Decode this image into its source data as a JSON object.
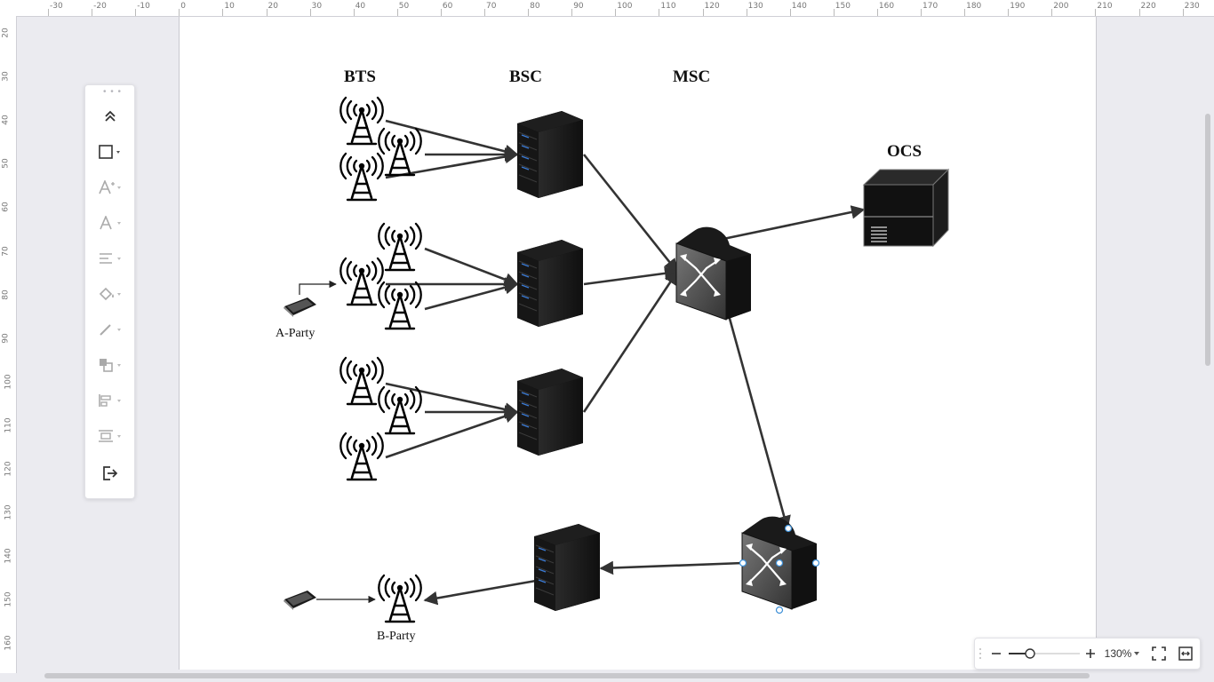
{
  "ruler": {
    "top": [
      "-30",
      "-20",
      "-10",
      "0",
      "10",
      "20",
      "30",
      "40",
      "50",
      "60",
      "70",
      "80",
      "90",
      "100",
      "110",
      "120",
      "130",
      "140",
      "150",
      "160",
      "170",
      "180",
      "190",
      "200",
      "210",
      "220",
      "230"
    ],
    "left": [
      "20",
      "30",
      "40",
      "50",
      "60",
      "70",
      "80",
      "90",
      "100",
      "110",
      "120",
      "130",
      "140",
      "150",
      "160"
    ]
  },
  "diagram": {
    "headers": {
      "bts": "BTS",
      "bsc": "BSC",
      "msc": "MSC",
      "ocs": "OCS"
    },
    "labels": {
      "a_party": "A-Party",
      "b_party": "B-Party"
    }
  },
  "toolbar": {
    "grip": "• • •",
    "items": [
      "collapse-icon",
      "shape-icon",
      "text-style-icon",
      "font-color-icon",
      "align-icon",
      "fill-icon",
      "line-icon",
      "arrange-icon",
      "align-objects-icon",
      "distribute-icon",
      "exit-icon"
    ]
  },
  "zoom": {
    "level": "130%",
    "value_percent": 130,
    "slider_fraction": 0.3
  },
  "colors": {
    "edge": "#333333",
    "device": "#151515",
    "page": "#ffffff",
    "workspace": "#ebebf0"
  }
}
